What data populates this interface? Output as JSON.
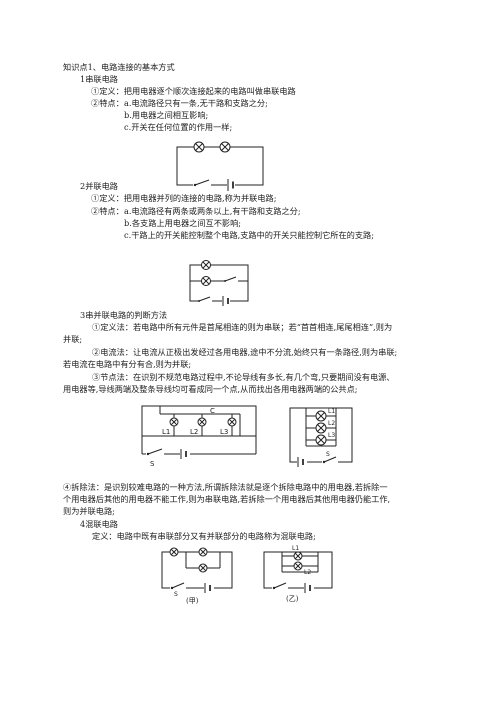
{
  "title": "知识点1、电路连接的基本方式",
  "series": {
    "heading": "1串联电路",
    "definition": "①定义：把用电器逐个顺次连接起来的电路叫做串联电路",
    "features_label": "②特点：",
    "feature_a": "a.电流路径只有一条,无干路和支路之分;",
    "feature_b": "b.用电器之间相互影响;",
    "feature_c": "c.开关在任何位置的作用一样;"
  },
  "parallel": {
    "heading": "2并联电路",
    "definition": "①定义：把用电器并列的连接的电路,称为并联电路;",
    "features_label": "②特点：",
    "feature_a": "a.电流路径有两条或两条以上,有干路和支路之分;",
    "feature_b": "b.各支路上用电器之间互不影响;",
    "feature_c": "c.干路上的开关能控制整个电路,支路中的开关只能控制它所在的支路;"
  },
  "judge": {
    "heading": "3串并联电路的判断方法",
    "def_line1": "①定义法：若电路中所有元件是首尾相连的则为串联；若“首首相连,尾尾相连”,则为",
    "def_line2": "并联;",
    "current_line1": "②电流法：让电流从正极出发经过各用电器,途中不分流,始终只有一条路径,则为串联;",
    "current_line2": "若电流在电路中有分有合,则为并联;",
    "node_line1": "③节点法：在识别不规范电路过程中,不论导线有多长,有几个弯,只要期间没有电源、",
    "node_line2": "用电器等,导线两端及整条导线均可看成同一个点,从而找出各用电器两端的公共点;",
    "remove_line1": "④拆除法：是识别较难电路的一种方法,所谓拆除法就是逐个拆除电路中的用电器,若拆除一",
    "remove_line2": "个用电器后其他的用电器不能工作,则为串联电路,若拆除一个用电器后其他用电器仍能工作,",
    "remove_line3": "则为并联电路;",
    "fig_labels": {
      "l1": "L1",
      "l2": "L2",
      "l3": "L3",
      "c": "C",
      "s": "S",
      "rl1": "L1",
      "rl2": "L2",
      "rl3": "L3",
      "rs": "S"
    }
  },
  "mixed": {
    "heading": "4混联电路",
    "definition": "定义：电路中既有串联部分又有并联部分的电路称为混联电路;",
    "fig_jia": "(甲)",
    "fig_yi": "(乙)",
    "fig_l1": "L1",
    "fig_l2": "L2",
    "fig_s": "S"
  }
}
